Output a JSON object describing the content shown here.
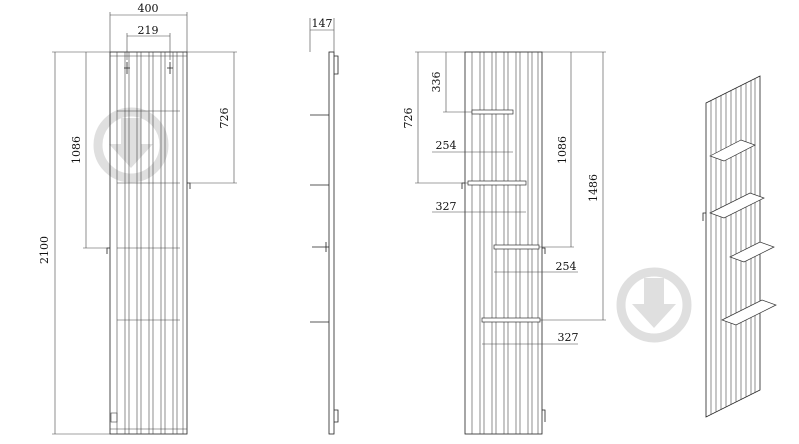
{
  "front_view": {
    "width_total": "400",
    "width_mount": "219",
    "height_total": "2100",
    "hook_offset_upper": "726",
    "hook_offset_lower": "1086"
  },
  "side_view": {
    "depth": "147"
  },
  "shelf_view": {
    "shelf_1_offset": "336",
    "shelf_2_offset": "726",
    "shelf_3_offset": "1086",
    "shelf_4_offset": "1486",
    "shelf_1_width": "254",
    "shelf_2_width": "327",
    "shelf_3_width": "254",
    "shelf_4_width": "327"
  },
  "watermark_icon": "download-arrow-icon",
  "colors": {
    "line": "#222222",
    "watermark": "#d8d8d8"
  }
}
